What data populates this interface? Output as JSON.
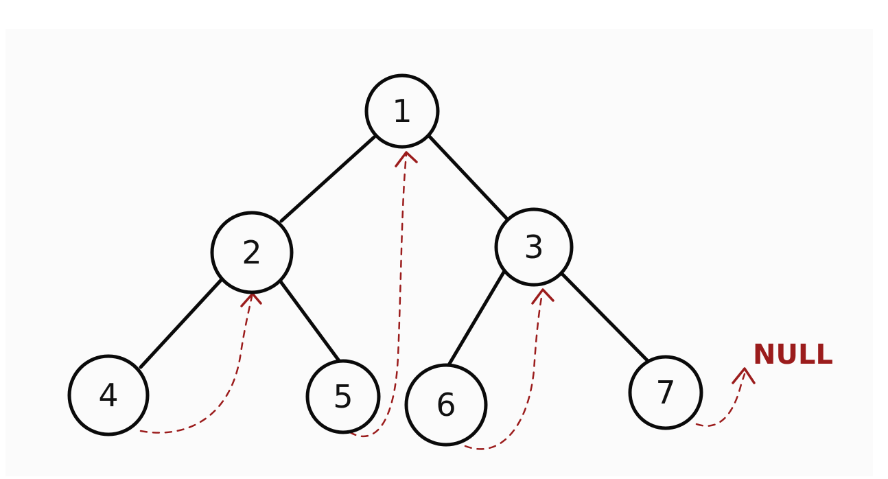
{
  "diagram": {
    "nodes": [
      {
        "id": "1",
        "label": "1"
      },
      {
        "id": "2",
        "label": "2"
      },
      {
        "id": "3",
        "label": "3"
      },
      {
        "id": "4",
        "label": "4"
      },
      {
        "id": "5",
        "label": "5"
      },
      {
        "id": "6",
        "label": "6"
      },
      {
        "id": "7",
        "label": "7"
      }
    ],
    "edges": [
      [
        "1",
        "2"
      ],
      [
        "1",
        "3"
      ],
      [
        "2",
        "4"
      ],
      [
        "2",
        "5"
      ],
      [
        "3",
        "6"
      ],
      [
        "3",
        "7"
      ]
    ],
    "threads": [
      [
        "4",
        "2"
      ],
      [
        "5",
        "1"
      ],
      [
        "6",
        "3"
      ],
      [
        "7",
        "NULL"
      ]
    ],
    "null_label": "NULL",
    "colors": {
      "node_stroke": "#0a0a0a",
      "thread": "#9b1c1c"
    }
  }
}
